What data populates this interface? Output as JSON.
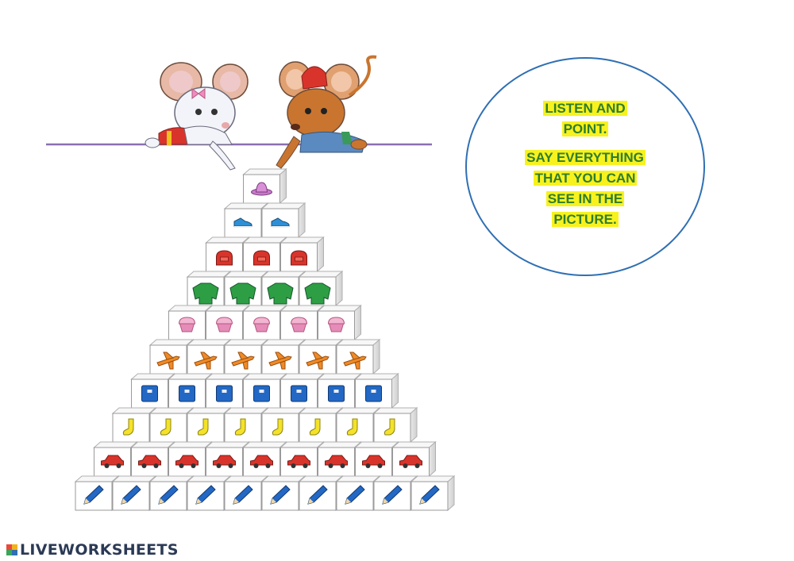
{
  "instructions": {
    "line1": "LISTEN AND",
    "line2": "POINT.",
    "line3": "SAY EVERYTHING",
    "line4": "THAT YOU CAN",
    "line5": "SEE IN THE",
    "line6": "PICTURE."
  },
  "brand": {
    "name": "LIVEWORKSHEETS"
  },
  "pyramid_rows": [
    {
      "icon": "hat-icon",
      "count": 1
    },
    {
      "icon": "shoe-icon",
      "count": 2
    },
    {
      "icon": "bag-icon",
      "count": 3
    },
    {
      "icon": "sweater-icon",
      "count": 4
    },
    {
      "icon": "cupcake-icon",
      "count": 5
    },
    {
      "icon": "airplane-icon",
      "count": 6
    },
    {
      "icon": "book-icon",
      "count": 7
    },
    {
      "icon": "sock-icon",
      "count": 8
    },
    {
      "icon": "car-icon",
      "count": 9
    },
    {
      "icon": "pencil-icon",
      "count": 10
    }
  ],
  "colors": {
    "circle": "#2f6fb3",
    "highlight": "#f7f21e",
    "text": "#2f7d2f",
    "shelf": "#8a6fb0"
  }
}
